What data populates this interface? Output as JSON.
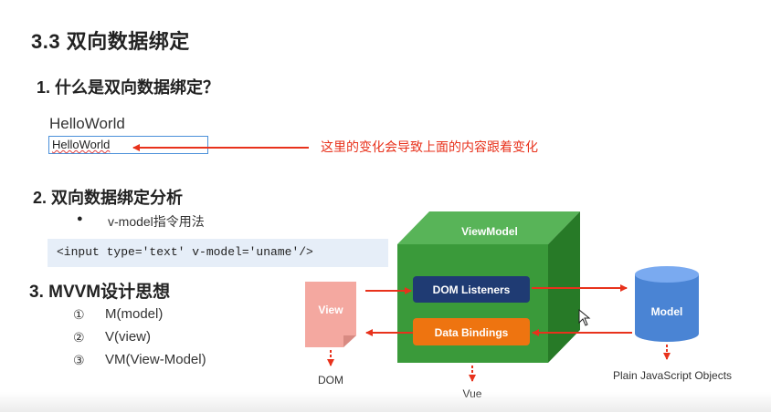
{
  "slide": {
    "title": "3.3 双向数据绑定",
    "section1": {
      "heading": "1. 什么是双向数据绑定？",
      "display_text": "HelloWorld",
      "input_value": "HelloWorld",
      "annotation": "这里的变化会导致上面的内容跟着变化"
    },
    "section2": {
      "heading": "2. 双向数据绑定分析",
      "bullet_symbol": "●",
      "bullet": "v-model指令用法",
      "code": "<input type='text' v-model='uname'/>"
    },
    "section3": {
      "heading": "3. MVVM设计思想",
      "items": [
        {
          "num": "①",
          "text": "M(model)"
        },
        {
          "num": "②",
          "text": "V(view)"
        },
        {
          "num": "③",
          "text": "VM(View-Model)"
        }
      ]
    }
  },
  "diagram": {
    "view_label": "View",
    "dom_label": "DOM",
    "viewmodel_label": "ViewModel",
    "dom_listeners": "DOM Listeners",
    "data_bindings": "Data Bindings",
    "vue_label": "Vue",
    "model_label": "Model",
    "model_caption": "Plain JavaScript Objects"
  },
  "colors": {
    "accent_red": "#e8321c",
    "cube_front": "#3a9a3a",
    "cube_top": "#58b458",
    "cube_side": "#277a27",
    "listeners_box": "#1f3b73",
    "bindings_box": "#ee7410",
    "view_doc": "#f4a8a0",
    "model_cylinder": "#4a84d4"
  }
}
